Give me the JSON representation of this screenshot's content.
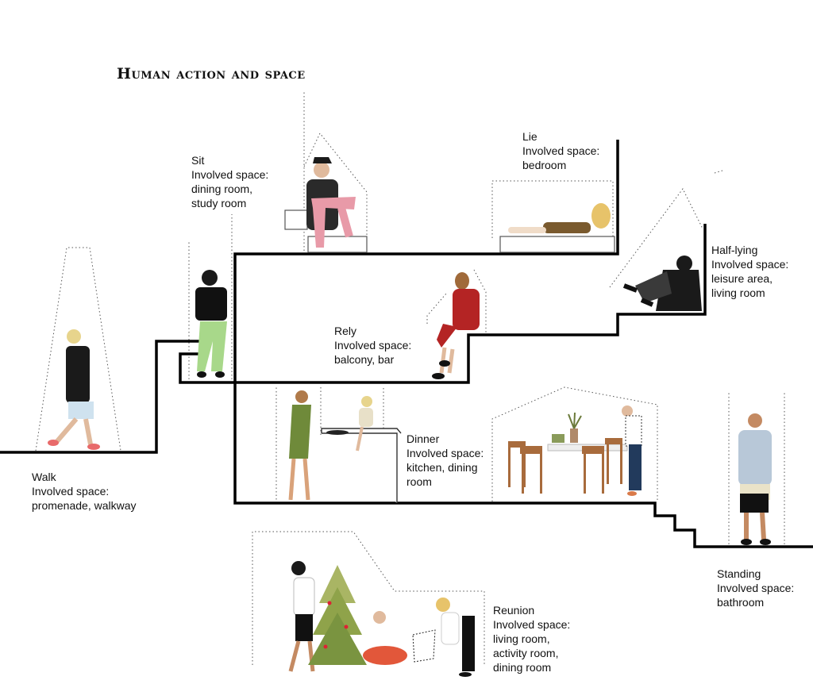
{
  "title": "Human action and space",
  "actions": [
    {
      "id": "walk",
      "name": "Walk",
      "space_label": "Involved space:",
      "spaces": [
        "promenade, walkway"
      ]
    },
    {
      "id": "sit",
      "name": "Sit",
      "space_label": "Involved space:",
      "spaces": [
        "dining room,",
        "study room"
      ]
    },
    {
      "id": "lie",
      "name": "Lie",
      "space_label": "Involved space:",
      "spaces": [
        "bedroom"
      ]
    },
    {
      "id": "half-lying",
      "name": "Half-lying",
      "space_label": "Involved space:",
      "spaces": [
        "leisure area,",
        "living room"
      ]
    },
    {
      "id": "rely",
      "name": "Rely",
      "space_label": "Involved space:",
      "spaces": [
        "balcony, bar"
      ]
    },
    {
      "id": "dinner",
      "name": "Dinner",
      "space_label": "Involved space:",
      "spaces": [
        "kitchen, dining",
        "room"
      ]
    },
    {
      "id": "standing",
      "name": "Standing",
      "space_label": "Involved space:",
      "spaces": [
        "bathroom"
      ]
    },
    {
      "id": "reunion",
      "name": "Reunion",
      "space_label": "Involved space:",
      "spaces": [
        "living room,",
        "activity room,",
        "dining room"
      ]
    }
  ]
}
